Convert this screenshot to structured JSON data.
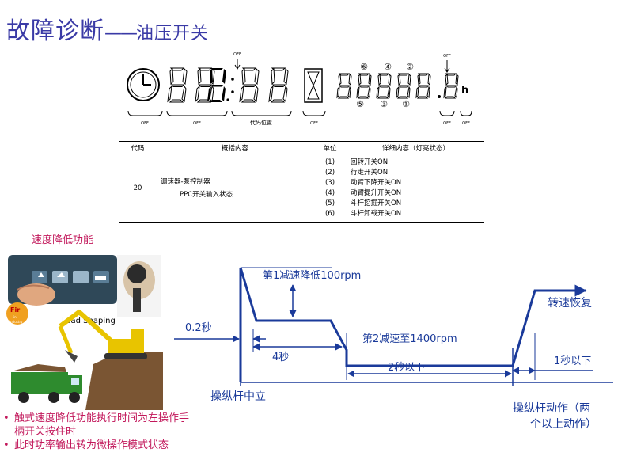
{
  "title": {
    "main": "故障诊断",
    "dash": "——",
    "sub": "油压开关"
  },
  "display": {
    "off": "OFF",
    "code_position": "代码位置",
    "h": "h",
    "top_numbers": [
      "⑥",
      "④",
      "②"
    ],
    "bottom_numbers": [
      "⑤",
      "③",
      "①"
    ]
  },
  "table": {
    "headers": [
      "代码",
      "概括内容",
      "单位",
      "详细内容（灯亮状态）"
    ],
    "code": "20",
    "summary_line1": "调速器-泵控制器",
    "summary_line2": "PPC开关输入状态",
    "units": [
      "(1)",
      "(2)",
      "(3)",
      "(4)",
      "(5)",
      "(6)"
    ],
    "details": [
      "回转开关ON",
      "行走开关ON",
      "动臂下降开关ON",
      "动臂提升开关ON",
      "斗杆挖掘开关ON",
      "斗杆卸载开关ON"
    ]
  },
  "speed_section": {
    "title": "速度降低功能",
    "photo_label": "Load Shaping",
    "photo_badge_1": "Fir",
    "photo_badge_2": "in",
    "photo_badge_3": "Industry"
  },
  "notes": [
    "触式速度降低功能执行时间为左操作手柄开关按住时",
    "此时功率输出转为微操作模式状态"
  ],
  "timing": {
    "label_first": "第1减速降低100rpm",
    "label_02": "0.2秒",
    "label_4s": "4秒",
    "label_second": "第2减速至1400rpm",
    "label_2s": "2秒以下",
    "label_recover": "转速恢复",
    "label_1s": "1秒以下",
    "label_neutral": "操纵杆中立",
    "label_operate_1": "操纵杆动作（两",
    "label_operate_2": "个以上动作）"
  },
  "colors": {
    "title": "#3a3aa6",
    "accent": "#c2185b",
    "diagram": "#1a3a9a"
  }
}
